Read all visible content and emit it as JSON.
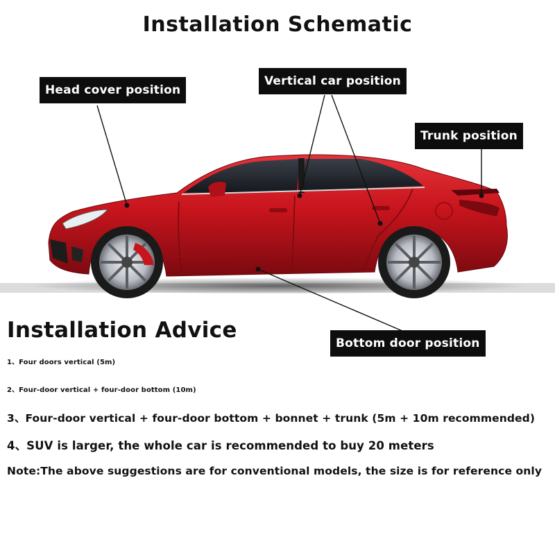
{
  "title": "Installation Schematic",
  "callouts": {
    "head_cover": "Head cover position",
    "vertical_car": "Vertical car position",
    "trunk": "Trunk position",
    "bottom_door": "Bottom door position"
  },
  "advice": {
    "title": "Installation Advice",
    "items": [
      "1、Four doors vertical (5m)",
      "2、Four-door vertical + four-door bottom (10m)",
      "3、Four-door vertical + four-door bottom + bonnet + trunk (5m + 10m recommended)",
      "4、SUV is larger, the whole car is recommended to buy 20 meters"
    ],
    "note": "Note:The above suggestions are for conventional models, the size is for reference only"
  },
  "colors": {
    "car_body": "#c8141c",
    "callout_bg": "#0d0d0d",
    "callout_text": "#ffffff"
  }
}
